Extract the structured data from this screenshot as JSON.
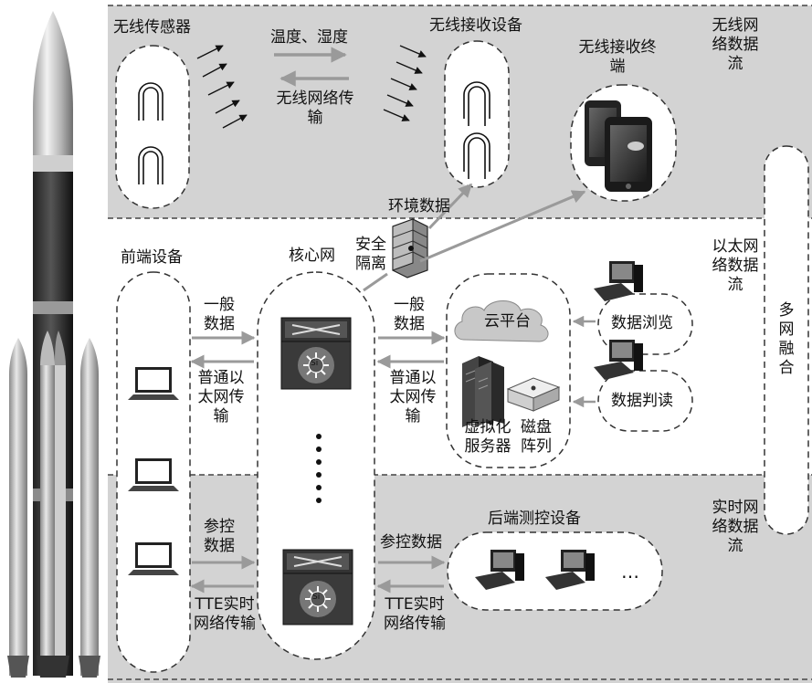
{
  "zones": {
    "wireless_title": "无线网络数据流",
    "ethernet_title": "以太网络数据流",
    "realtime_title": "实时网络数据流",
    "fusion_title": "多网融合"
  },
  "wireless": {
    "sensor_label": "无线传感器",
    "temp_humidity": "温度、湿度",
    "wireless_transmission": "无线网络传输",
    "receiver_label": "无线接收设备",
    "terminal_label": "无线接收终端",
    "env_data": "环境数据",
    "security_isolation": "安全隔离"
  },
  "ethernet": {
    "frontend_label": "前端设备",
    "core_network": "核心网",
    "general_data_left": "一般数据",
    "standard_ethernet_left": "普通以太网传输",
    "general_data_right": "一般数据",
    "standard_ethernet_right": "普通以太网传输",
    "cloud_platform": "云平台",
    "virtual_servers": "虚拟化服务器",
    "disk_array": "磁盘阵列",
    "data_browse": "数据浏览",
    "data_interpret": "数据判读",
    "switch_badge": "Si"
  },
  "realtime": {
    "control_data_left": "参控数据",
    "tte_left": "TTE实时网络传输",
    "control_data_right": "参控数据",
    "tte_right": "TTE实时网络传输",
    "backend_label": "后端测控设备",
    "ellipsis": "…"
  },
  "colors": {
    "zone_gray": "#d3d3d3",
    "arrow_gray": "#9a9a9a",
    "dark": "#1e1e1e"
  }
}
